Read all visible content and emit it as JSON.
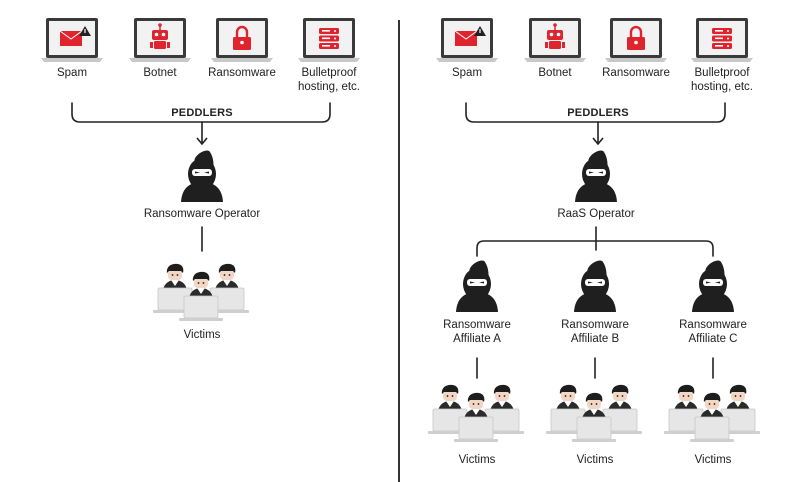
{
  "colors": {
    "accent": "#e0242e",
    "hood": "#1f1f1f",
    "line": "#222222",
    "screen": "#f2f2f2",
    "laptop": "#c9c9c9"
  },
  "left": {
    "services": [
      {
        "label": "Spam",
        "icon": "laptop-spam-icon"
      },
      {
        "label": "Botnet",
        "icon": "laptop-robot-icon"
      },
      {
        "label": "Ransomware",
        "icon": "laptop-lock-icon"
      },
      {
        "label": "Bulletproof\nhosting, etc.",
        "icon": "laptop-server-icon"
      }
    ],
    "peddlers": "PEDDLERS",
    "operator": "Ransomware Operator",
    "victims": "Victims"
  },
  "right": {
    "services": [
      {
        "label": "Spam",
        "icon": "laptop-spam-icon"
      },
      {
        "label": "Botnet",
        "icon": "laptop-robot-icon"
      },
      {
        "label": "Ransomware",
        "icon": "laptop-lock-icon"
      },
      {
        "label": "Bulletproof\nhosting, etc.",
        "icon": "laptop-server-icon"
      }
    ],
    "peddlers": "PEDDLERS",
    "operator": "RaaS Operator",
    "affiliates": [
      {
        "label": "Ransomware\nAffiliate A",
        "victims": "Victims"
      },
      {
        "label": "Ransomware\nAffiliate B",
        "victims": "Victims"
      },
      {
        "label": "Ransomware\nAffiliate C",
        "victims": "Victims"
      }
    ]
  }
}
